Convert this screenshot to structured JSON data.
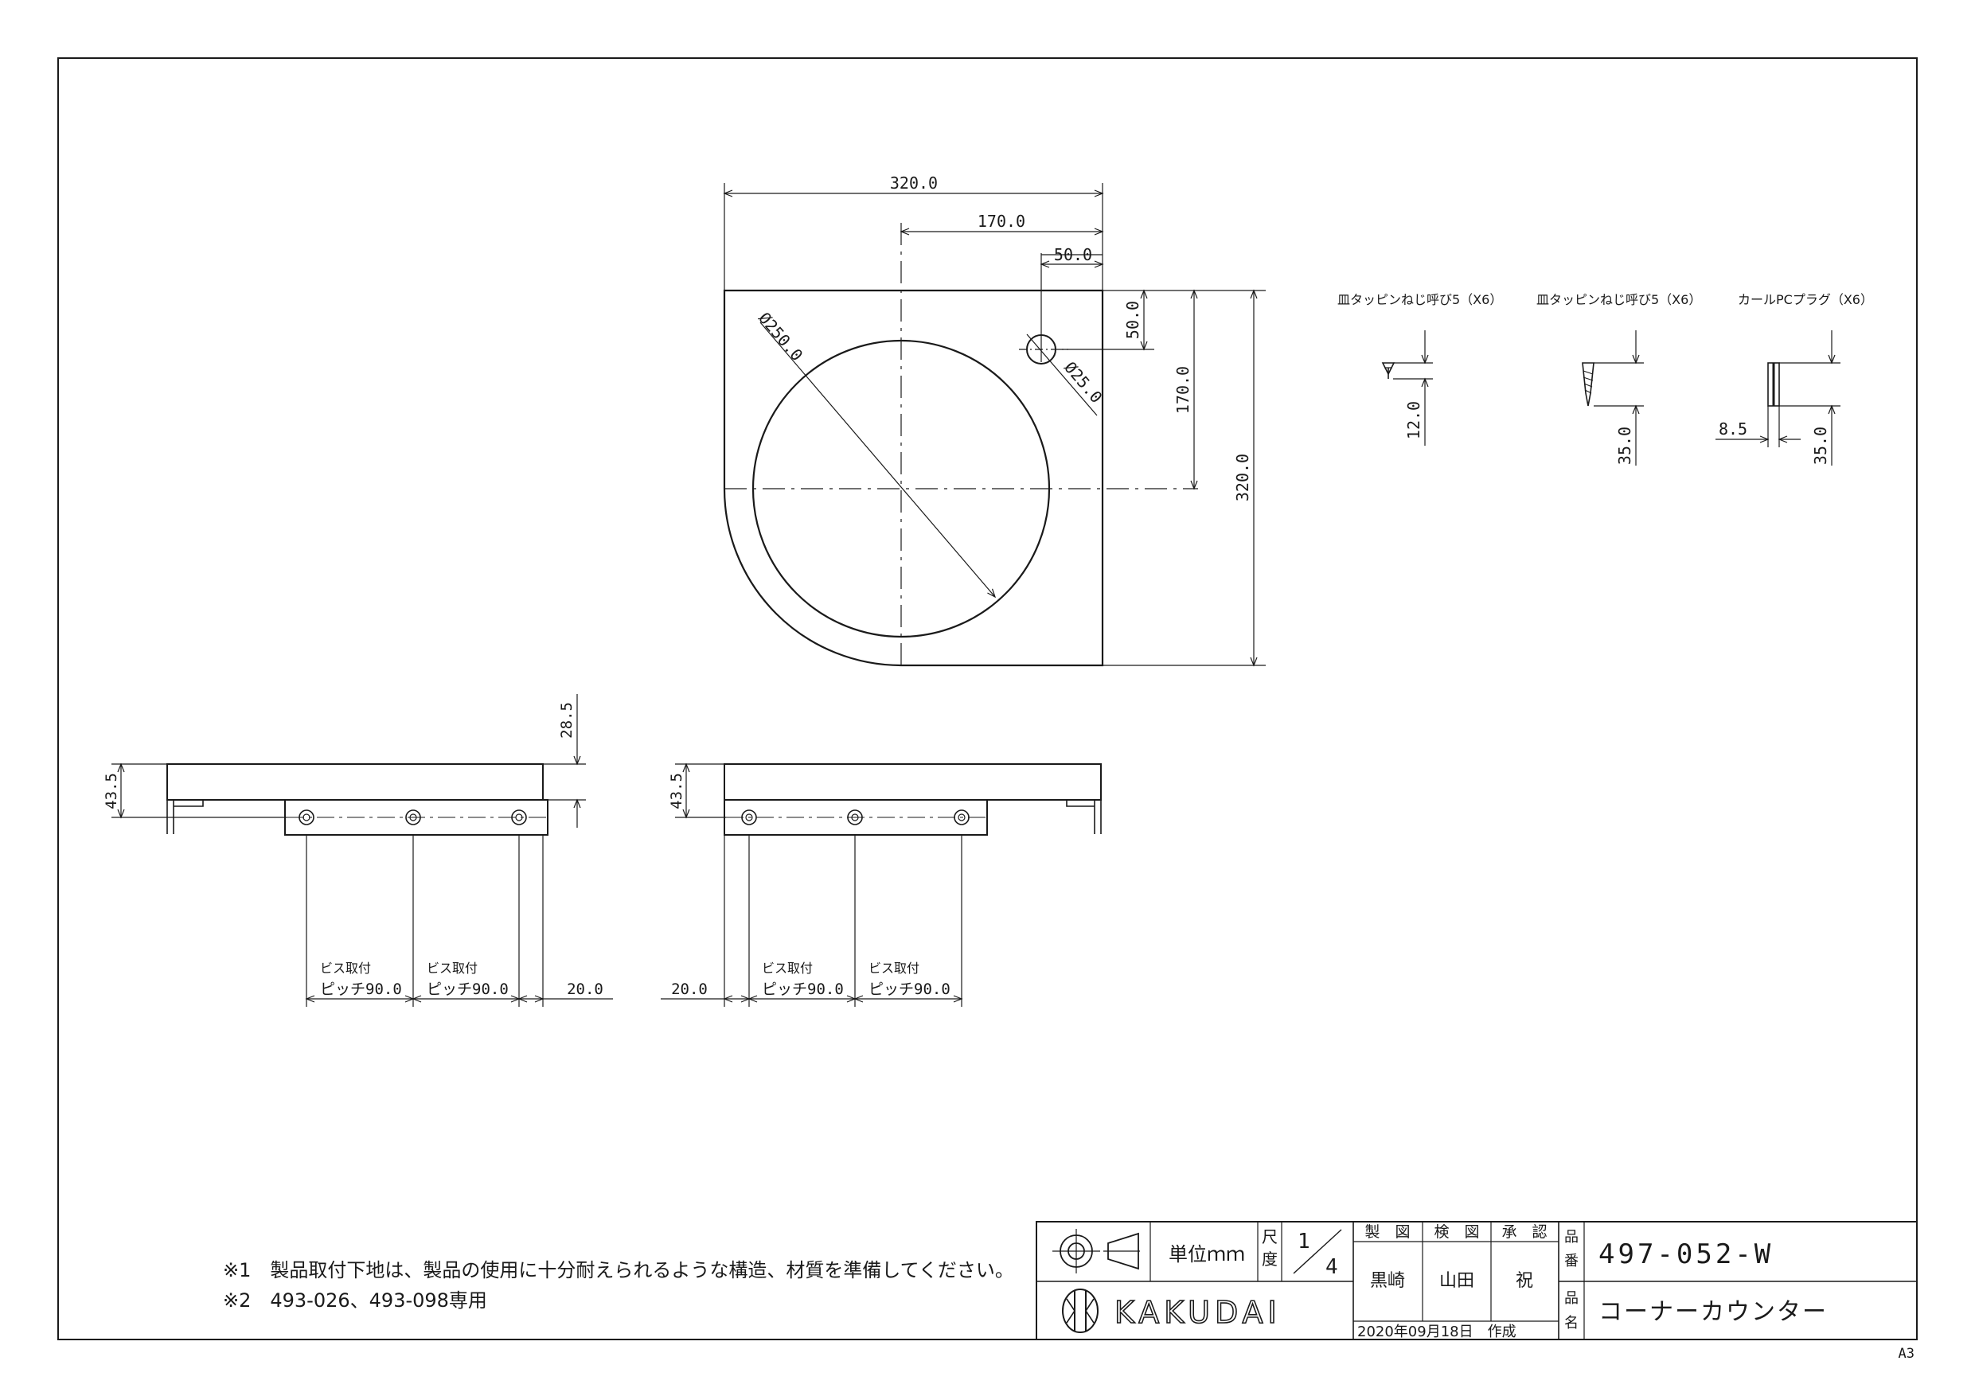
{
  "dimensions": {
    "top_width": "320.0",
    "top_center_offset": "170.0",
    "hole_offset_x": "50.0",
    "hole_offset_y": "50.0",
    "center_offset_y": "170.0",
    "total_depth": "320.0",
    "bowl_diameter": "Ø250.0",
    "hole_diameter": "Ø25.0",
    "thickness": "43.5",
    "bracket_height": "28.5",
    "edge_offset": "20.0",
    "pitch_label_top": "ビス取付",
    "pitch_label_bottom": "ピッチ90.0"
  },
  "parts": [
    {
      "label": "皿タッピンねじ呼び5（X6）",
      "dim": "12.0"
    },
    {
      "label": "皿タッピンねじ呼び5（X6）",
      "dim": "35.0"
    },
    {
      "label": "カールPCプラグ（X6）",
      "dim": "35.0",
      "dim2": "8.5"
    }
  ],
  "notes": [
    "※1　製品取付下地は、製品の使用に十分耐えられるような構造、材質を準備してください。",
    "※2　493-026、493-098専用"
  ],
  "title_block": {
    "unit_label": "単位ｍｍ",
    "scale_label_top": "尺",
    "scale_label_bottom": "度",
    "scale_num": "1",
    "scale_den": "4",
    "drawn_label": "製　図",
    "checked_label": "検　図",
    "approved_label": "承　認",
    "drawn_by": "黒崎",
    "checked_by": "山田",
    "approved_by": "祝",
    "date": "2020年09月18日　作成",
    "part_no_label_top": "品",
    "part_no_label_bottom": "番",
    "part_no": "497-052-W",
    "part_name_label_top": "品",
    "part_name_label_bottom": "名",
    "part_name": "コーナーカウンター",
    "company": "KAKUDAI"
  },
  "sheet_size": "A3"
}
